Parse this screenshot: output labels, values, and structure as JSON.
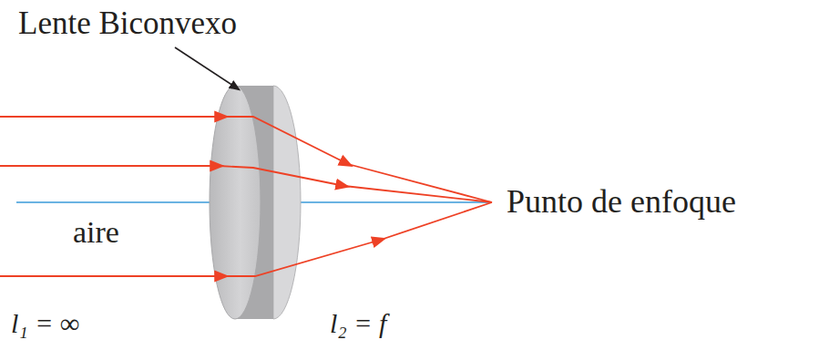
{
  "diagram": {
    "labels": [
      "Lente Biconvexo",
      "Punto de enfoque",
      "aire",
      "l₁ = ∞",
      "l₂ = f"
    ]
  }
}
